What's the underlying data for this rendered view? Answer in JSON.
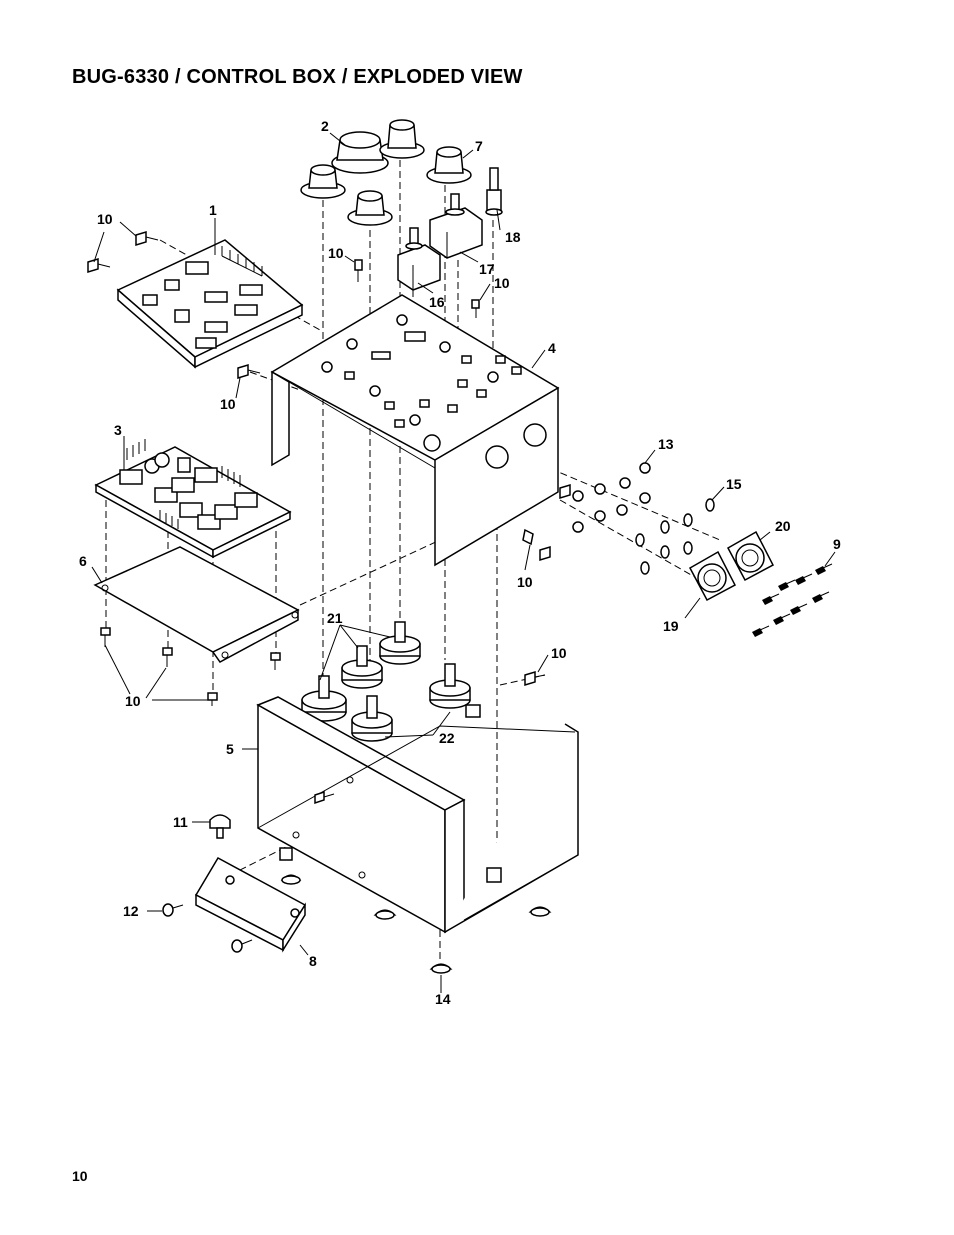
{
  "page": {
    "title": "BUG-6330 / CONTROL BOX / EXPLODED VIEW",
    "page_number": "10"
  },
  "callouts": [
    {
      "id": "c1",
      "text": "1"
    },
    {
      "id": "c2",
      "text": "2"
    },
    {
      "id": "c3",
      "text": "3"
    },
    {
      "id": "c4",
      "text": "4"
    },
    {
      "id": "c5",
      "text": "5"
    },
    {
      "id": "c6",
      "text": "6"
    },
    {
      "id": "c7",
      "text": "7"
    },
    {
      "id": "c8",
      "text": "8"
    },
    {
      "id": "c9",
      "text": "9"
    },
    {
      "id": "c10a",
      "text": "10"
    },
    {
      "id": "c10b",
      "text": "10"
    },
    {
      "id": "c10c",
      "text": "10"
    },
    {
      "id": "c10d",
      "text": "10"
    },
    {
      "id": "c10e",
      "text": "10"
    },
    {
      "id": "c10f",
      "text": "10"
    },
    {
      "id": "c10g",
      "text": "10"
    },
    {
      "id": "c11",
      "text": "11"
    },
    {
      "id": "c12",
      "text": "12"
    },
    {
      "id": "c13",
      "text": "13"
    },
    {
      "id": "c14",
      "text": "14"
    },
    {
      "id": "c15",
      "text": "15"
    },
    {
      "id": "c16",
      "text": "16"
    },
    {
      "id": "c17",
      "text": "17"
    },
    {
      "id": "c18",
      "text": "18"
    },
    {
      "id": "c19",
      "text": "19"
    },
    {
      "id": "c20",
      "text": "20"
    },
    {
      "id": "c21",
      "text": "21"
    },
    {
      "id": "c22",
      "text": "22"
    }
  ]
}
